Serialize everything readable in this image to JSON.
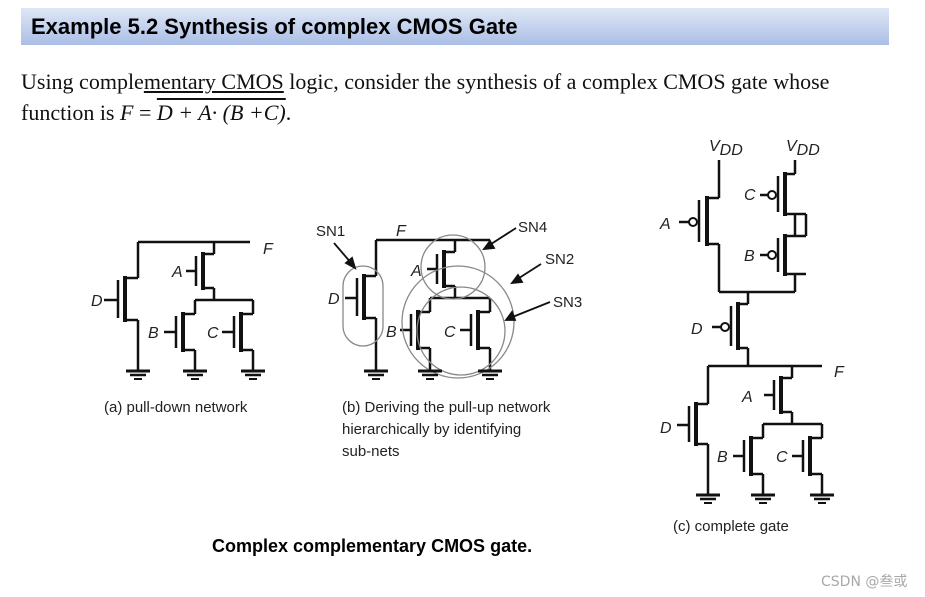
{
  "banner": {
    "title": "Example 5.2 Synthesis of complex CMOS Gate"
  },
  "intro": {
    "line1_before": "Using comple",
    "line1_underlined": "mentary CMOS",
    "line1_after": " logic, consider the synthesis of a complex CMOS gate whose",
    "line2_before": "function is ",
    "formula_lhs": "F",
    "formula_eq": " = ",
    "formula_overlined": "D + A· (B +C)",
    "line2_after": "."
  },
  "diagram_a": {
    "output_label": "F",
    "inputs": {
      "a": "A",
      "b": "B",
      "c": "C",
      "d": "D"
    },
    "caption": "(a) pull-down network"
  },
  "diagram_b": {
    "output_label": "F",
    "inputs": {
      "a": "A",
      "b": "B",
      "c": "C",
      "d": "D"
    },
    "subnets": {
      "sn1": "SN1",
      "sn2": "SN2",
      "sn3": "SN3",
      "sn4": "SN4"
    },
    "caption_line1": "(b) Deriving the pull-up network",
    "caption_line2": "hierarchically by identifying",
    "caption_line3": "sub-nets"
  },
  "diagram_c": {
    "supply_main": "V",
    "supply_sub": "DD",
    "output_label": "F",
    "inputs": {
      "a": "A",
      "b": "B",
      "c": "C",
      "d": "D"
    },
    "caption": "(c) complete gate"
  },
  "figure_caption": "Complex complementary CMOS gate.",
  "watermark": "CSDN @叁或"
}
